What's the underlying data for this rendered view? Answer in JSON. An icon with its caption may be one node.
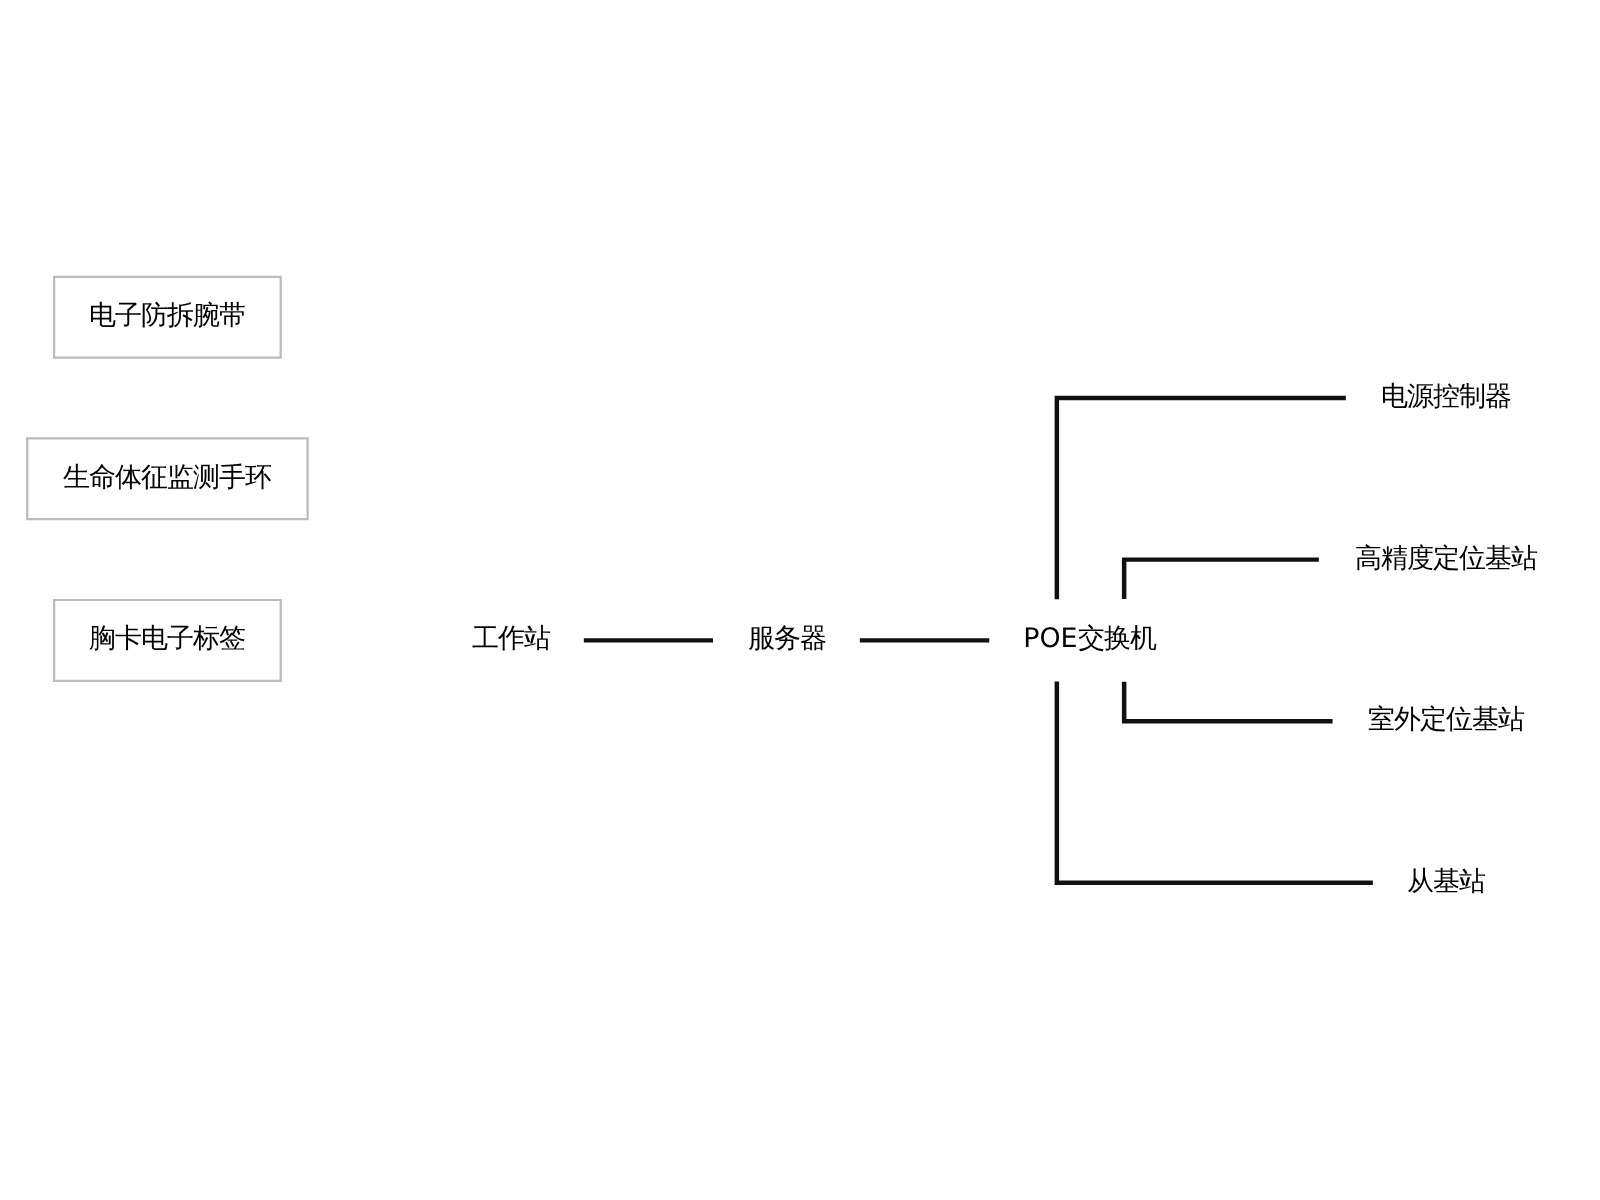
{
  "diagram": {
    "nodes": [
      {
        "text": [
          "电子防拆腕带"
        ]
      },
      {
        "text": [
          "生命体征监测手环"
        ]
      },
      {
        "text": [
          "胸卡电子标签"
        ]
      },
      {
        "text": [
          "工作站"
        ]
      },
      {
        "text": [
          "服务器"
        ]
      },
      {
        "text": [
          "POE交换机"
        ]
      },
      {
        "text": [
          "电源控制器"
        ]
      },
      {
        "text": [
          "高精度定位基站"
        ]
      },
      {
        "text": [
          "室外定位基站"
        ]
      },
      {
        "text": [
          "从基站"
        ]
      }
    ],
    "edges": [
      {
        "from": 3,
        "to": 4,
        "arrow": "none"
      },
      {
        "from": 4,
        "to": 5,
        "arrow": "none"
      },
      {
        "from": 5,
        "to": 6,
        "arrow": "none"
      },
      {
        "from": 5,
        "to": 7,
        "arrow": "none"
      },
      {
        "from": 5,
        "to": 8,
        "arrow": "none"
      },
      {
        "from": 5,
        "to": 9,
        "arrow": "none"
      }
    ]
  }
}
